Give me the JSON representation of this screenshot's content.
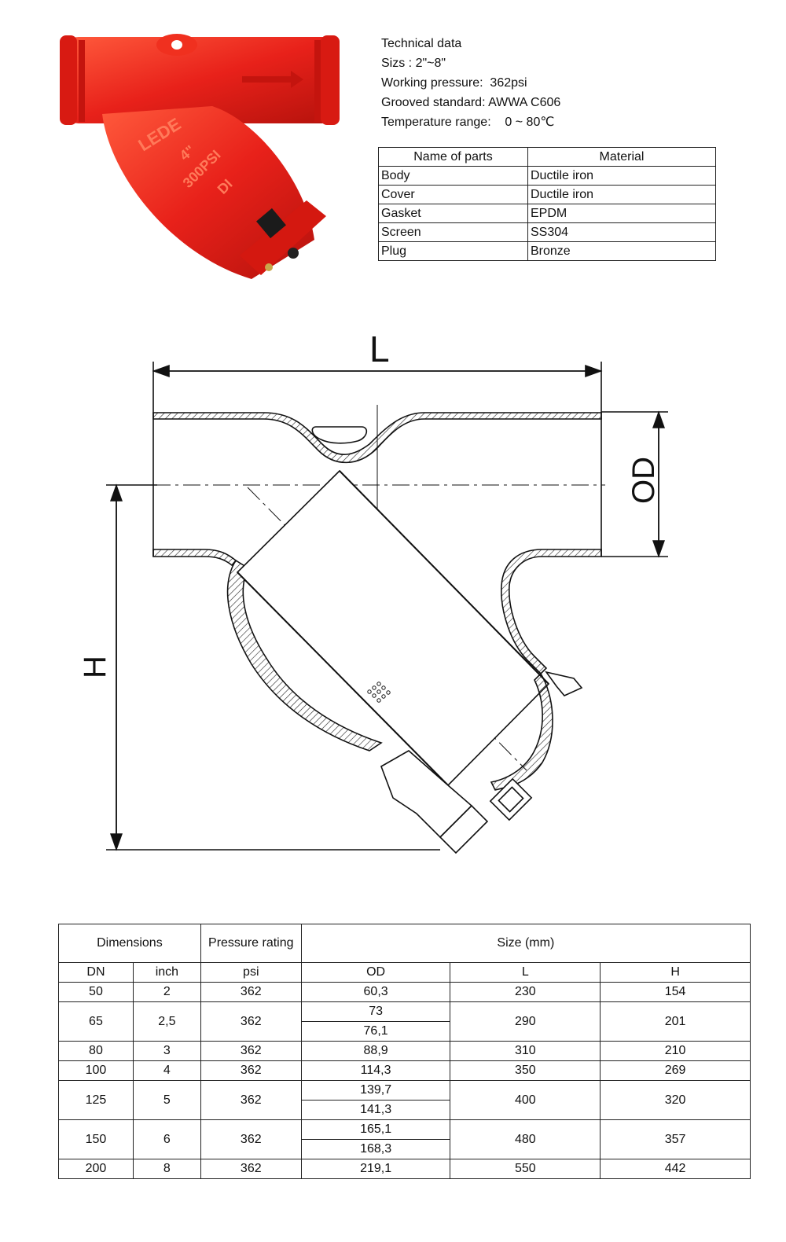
{
  "technical": {
    "title": "Technical data",
    "sizes": "Sizs : 2\"~8\"",
    "pressure": "Working pressure:  362psi",
    "grooved": "Grooved standard: AWWA C606",
    "temperature": "Temperature range:    0 ~ 80℃"
  },
  "photo": {
    "brand": "LEDE",
    "size_mark": "4\"",
    "pressure_mark": "300PSI",
    "material_mark": "DI",
    "color": "#e8211a"
  },
  "parts_table": {
    "headers": [
      "Name of parts",
      "Material"
    ],
    "rows": [
      [
        "Body",
        "Ductile iron"
      ],
      [
        "Cover",
        "Ductile iron"
      ],
      [
        "Gasket",
        "EPDM"
      ],
      [
        "Screen",
        "SS304"
      ],
      [
        "Plug",
        "Bronze"
      ]
    ]
  },
  "drawing": {
    "label_L": "L",
    "label_OD": "OD",
    "label_H": "H"
  },
  "dims_table": {
    "group_headers": {
      "dimensions": "Dimensions",
      "pressure_rating": "Pressure rating",
      "size": "Size (mm)"
    },
    "sub_headers": [
      "DN",
      "inch",
      "psi",
      "OD",
      "L",
      "H"
    ],
    "rows": [
      {
        "dn": "50",
        "inch": "2",
        "psi": "362",
        "od": [
          "60,3"
        ],
        "l": "230",
        "h": "154"
      },
      {
        "dn": "65",
        "inch": "2,5",
        "psi": "362",
        "od": [
          "73",
          "76,1"
        ],
        "l": "290",
        "h": "201"
      },
      {
        "dn": "80",
        "inch": "3",
        "psi": "362",
        "od": [
          "88,9"
        ],
        "l": "310",
        "h": "210"
      },
      {
        "dn": "100",
        "inch": "4",
        "psi": "362",
        "od": [
          "114,3"
        ],
        "l": "350",
        "h": "269"
      },
      {
        "dn": "125",
        "inch": "5",
        "psi": "362",
        "od": [
          "139,7",
          "141,3"
        ],
        "l": "400",
        "h": "320"
      },
      {
        "dn": "150",
        "inch": "6",
        "psi": "362",
        "od": [
          "165,1",
          "168,3"
        ],
        "l": "480",
        "h": "357"
      },
      {
        "dn": "200",
        "inch": "8",
        "psi": "362",
        "od": [
          "219,1"
        ],
        "l": "550",
        "h": "442"
      }
    ]
  }
}
